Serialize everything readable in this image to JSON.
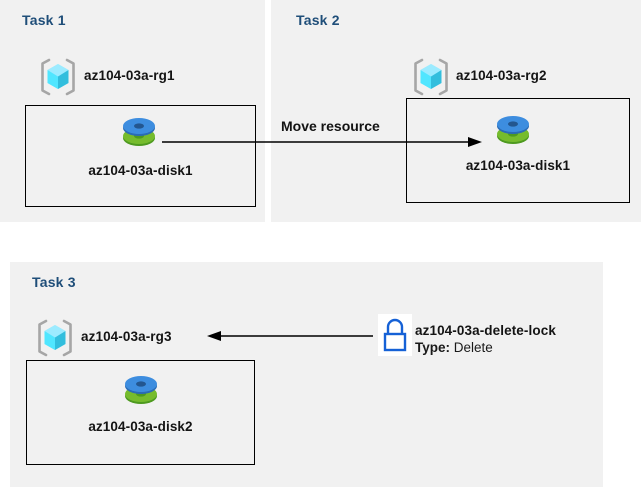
{
  "diagram": {
    "type": "azure-resource-diagram",
    "colors": {
      "panel_background": "#f1f1f1",
      "page_background": "#ffffff",
      "task_title": "#1f4e79",
      "box_border": "#000000",
      "label_text": "#141414",
      "rg_bracket": "#a6a6a6",
      "rg_cube_light": "#9cebff",
      "rg_cube_mid": "#50e6ff",
      "rg_cube_dark": "#32bedd",
      "disk_blue": "#3d8ddf",
      "disk_green": "#6bb92e",
      "lock_blue": "#1561d6",
      "arrow": "#000000"
    }
  },
  "panels": [
    {
      "id": "task1",
      "title": "Task 1",
      "resource_group": {
        "label": "az104-03a-rg1",
        "icon": "resource-group-icon"
      },
      "resource": {
        "label": "az104-03a-disk1",
        "icon": "managed-disk-icon"
      }
    },
    {
      "id": "task2",
      "title": "Task 2",
      "resource_group": {
        "label": "az104-03a-rg2",
        "icon": "resource-group-icon"
      },
      "resource": {
        "label": "az104-03a-disk1",
        "icon": "managed-disk-icon"
      }
    },
    {
      "id": "task3",
      "title": "Task 3",
      "resource_group": {
        "label": "az104-03a-rg3",
        "icon": "resource-group-icon"
      },
      "resource": {
        "label": "az104-03a-disk2",
        "icon": "managed-disk-icon"
      }
    }
  ],
  "connectors": {
    "move": {
      "label": "Move resource",
      "direction": "left-to-right",
      "from": "task1-disk",
      "to": "task2-disk"
    },
    "lock": {
      "direction": "right-to-left",
      "from": "delete-lock",
      "to": "task3-resource-group"
    }
  },
  "lock": {
    "icon": "padlock-icon",
    "name": "az104-03a-delete-lock",
    "type_label": "Type:",
    "type_value": "Delete"
  }
}
